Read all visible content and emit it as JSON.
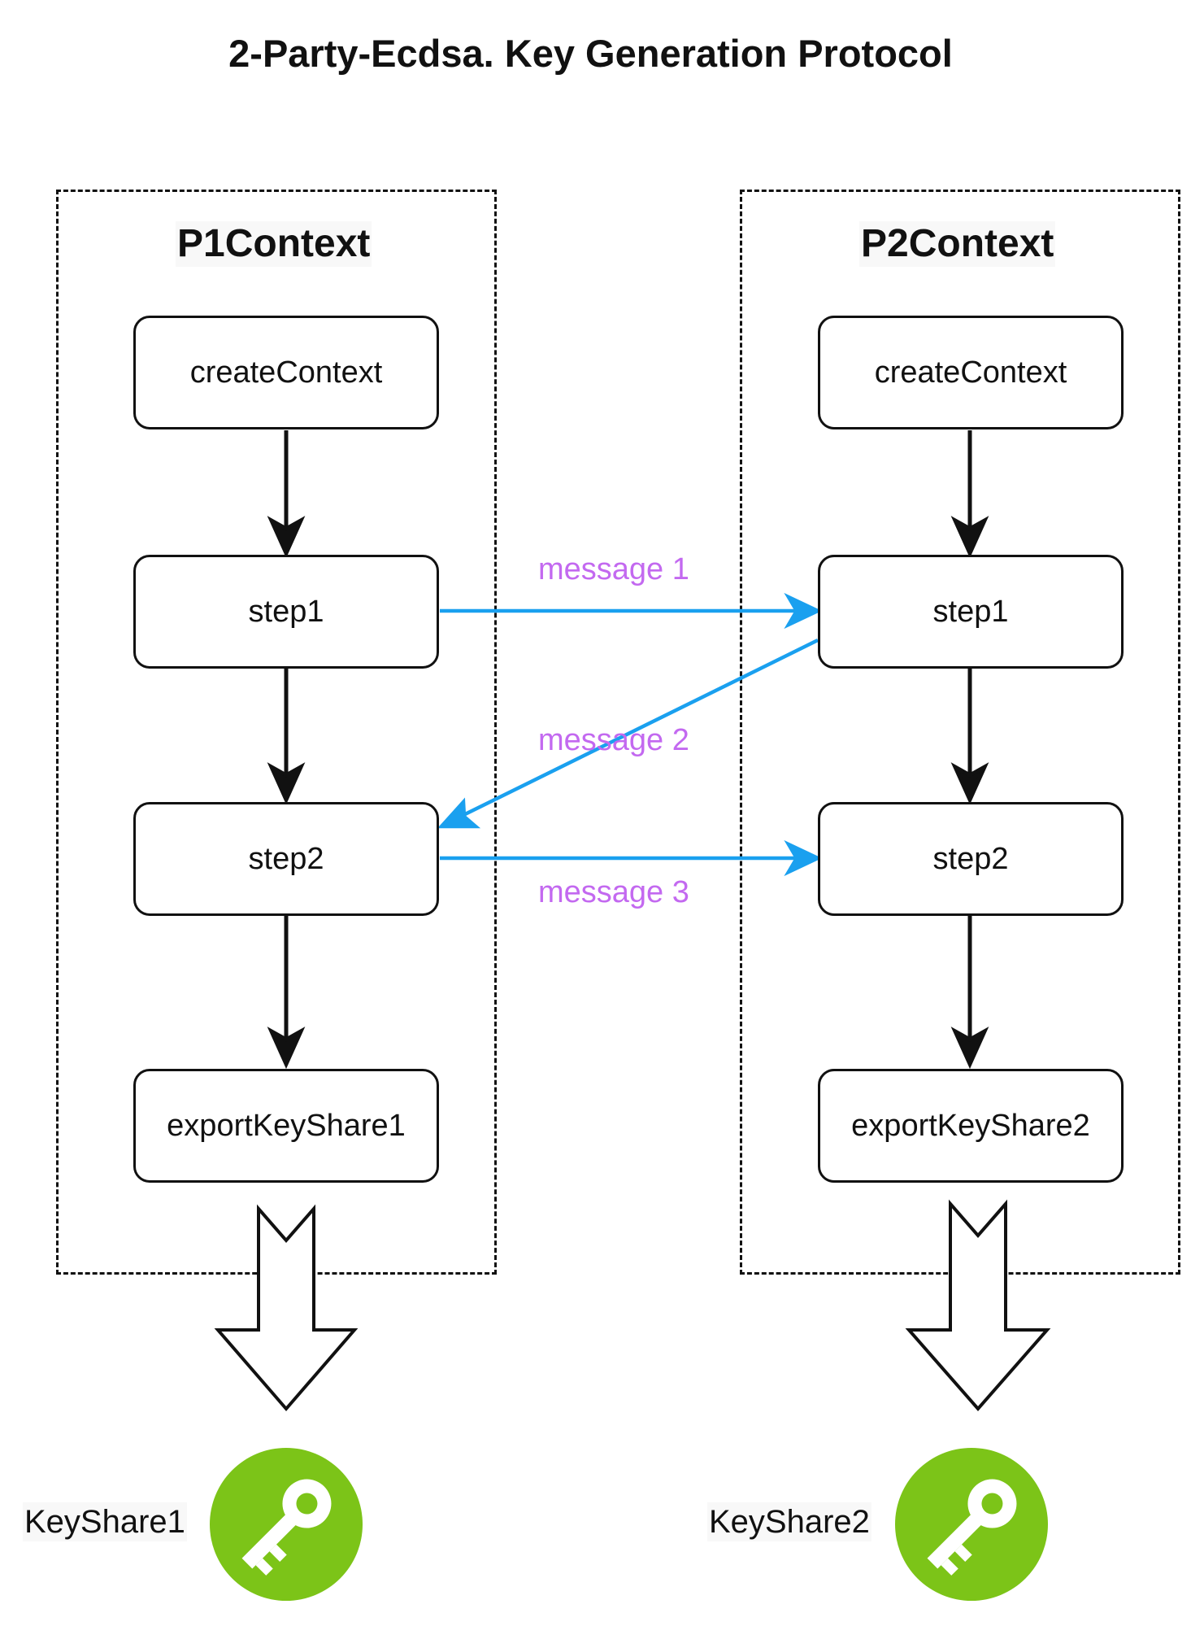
{
  "title": "2-Party-Ecdsa. Key Generation Protocol",
  "contexts": [
    {
      "title": "P1Context",
      "nodes": [
        "createContext",
        "step1",
        "step2",
        "exportKeyShare1"
      ],
      "output_label": "KeyShare1"
    },
    {
      "title": "P2Context",
      "nodes": [
        "createContext",
        "step1",
        "step2",
        "exportKeyShare2"
      ],
      "output_label": "KeyShare2"
    }
  ],
  "messages": [
    {
      "label": "message 1",
      "from": "P1 step1",
      "to": "P2 step1"
    },
    {
      "label": "message 2",
      "from": "P2 step1",
      "to": "P1 step2"
    },
    {
      "label": "message 3",
      "from": "P1 step2",
      "to": "P2 step2"
    }
  ],
  "colors": {
    "message_arrow": "#1aa0ef",
    "message_text": "#c369f0",
    "key_icon": "#7cc418"
  },
  "icons": {
    "output_arrow": "hollow-down-arrow-icon",
    "key": "key-icon"
  }
}
